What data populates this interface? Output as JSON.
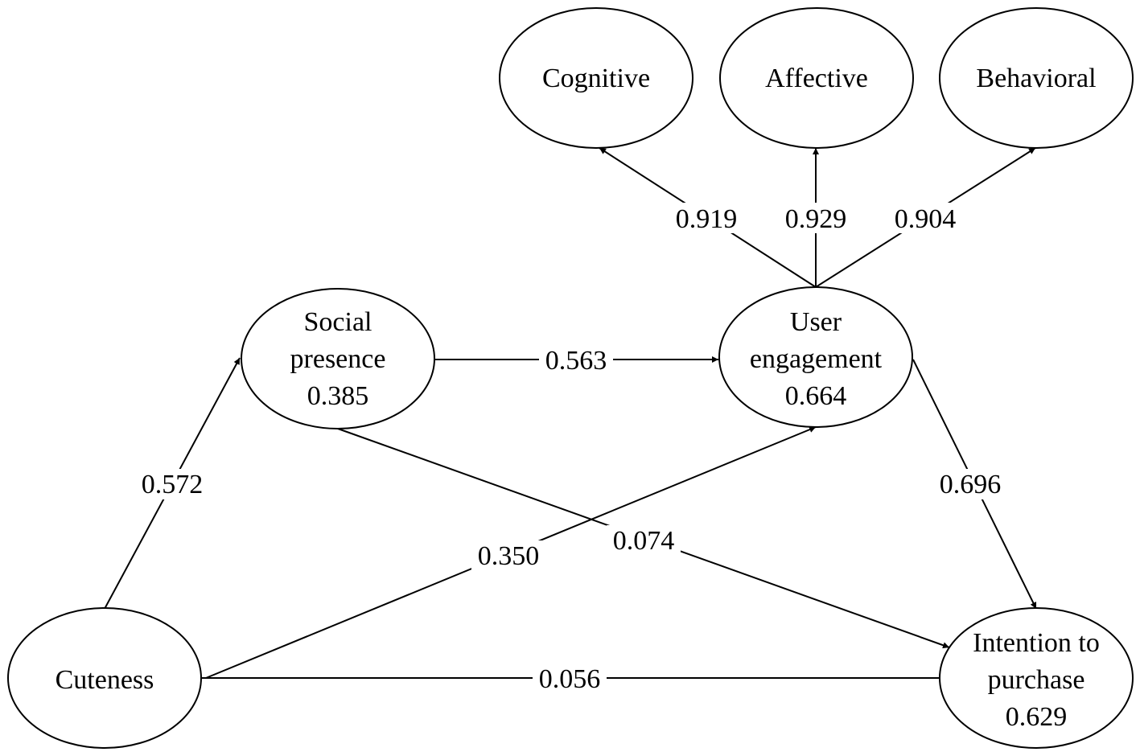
{
  "nodes": {
    "cognitive": {
      "lines": [
        "Cognitive"
      ]
    },
    "affective": {
      "lines": [
        "Affective"
      ]
    },
    "behavioral": {
      "lines": [
        "Behavioral"
      ]
    },
    "social_presence": {
      "lines": [
        "Social",
        "presence",
        "0.385"
      ]
    },
    "user_engagement": {
      "lines": [
        "User",
        "engagement",
        "0.664"
      ]
    },
    "cuteness": {
      "lines": [
        "Cuteness"
      ]
    },
    "intention": {
      "lines": [
        "Intention to",
        "purchase",
        "0.629"
      ]
    }
  },
  "edges": {
    "ue_cognitive": "0.919",
    "ue_affective": "0.929",
    "ue_behavioral": "0.904",
    "sp_ue": "0.563",
    "cute_sp": "0.572",
    "cute_ue": "0.350",
    "sp_intention": "0.074",
    "ue_intention": "0.696",
    "cute_intention": "0.056"
  }
}
